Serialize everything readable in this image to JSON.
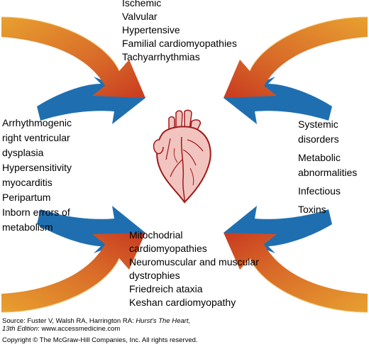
{
  "colors": {
    "arrow_fill_outer": "#e8a030",
    "arrow_fill_inner": "#d24a20",
    "arrow_edge": "#1f6fb0",
    "arrow_edge_light": "#9cc7e8",
    "heart_fill": "#f2c4c0",
    "heart_outline": "#a01818"
  },
  "icons": {
    "center": "heart-illustration"
  },
  "groups": {
    "top": [
      "Ischemic",
      "Valvular",
      "Hypertensive",
      "Familial cardiomyopathies",
      "Tachyarrhythmias"
    ],
    "left": [
      "Arrhythmogenic",
      "right ventricular",
      "dysplasia",
      "Hypersensitivity",
      "myocarditis",
      "Peripartum",
      "Inborn errors of",
      "metabolism"
    ],
    "right": [
      "Systemic",
      "disorders",
      "Metabolic",
      "abnormalities",
      "Infectious",
      "Toxins"
    ],
    "bottom": [
      "Mitochodrial",
      "cardiomyopathies",
      "Neuromuscular and muscular",
      "dystrophies",
      "Friedreich ataxia",
      "Keshan cardiomyopathy"
    ]
  },
  "source": {
    "prefix": "Source: Fuster V, Walsh RA, Harrington RA: ",
    "book_title": "Hurst's The Heart,",
    "edition": "13th Edition",
    "site": ": www.accessmedicine.com",
    "copyright": "Copyright © The McGraw-Hill Companies, Inc. All rights reserved."
  }
}
